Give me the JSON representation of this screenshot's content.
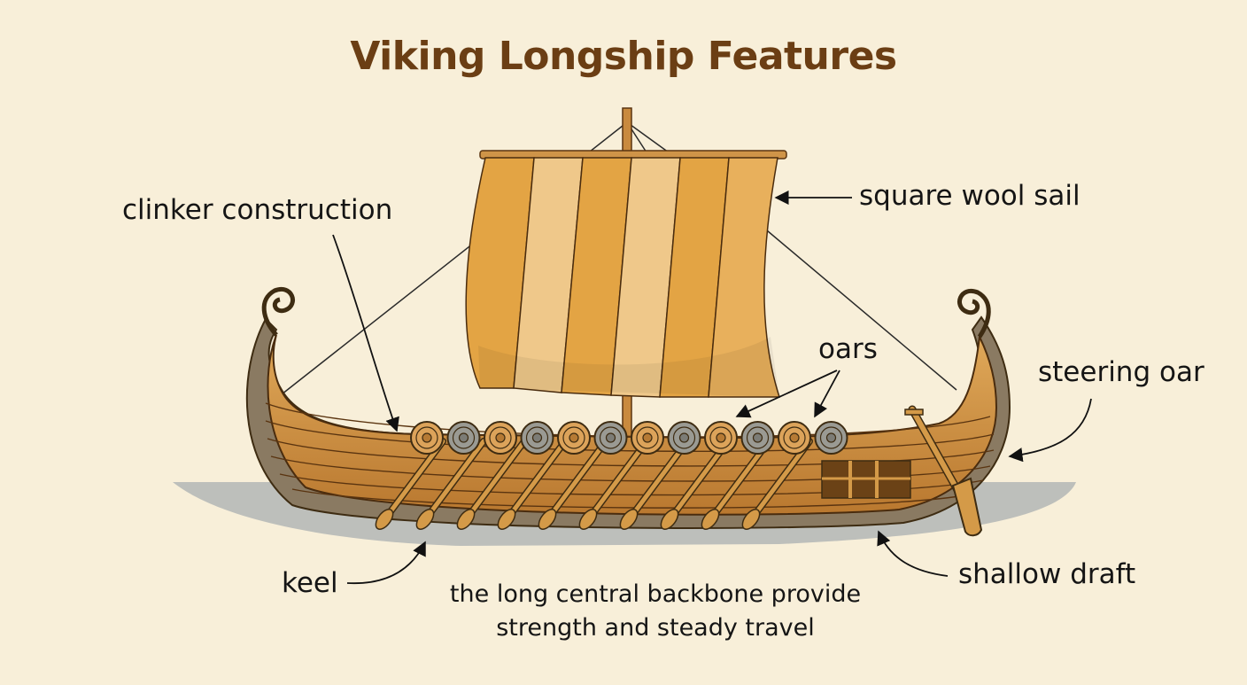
{
  "title": "Viking Longship Features",
  "labels": {
    "clinker": "clinker construction",
    "sail": "square wool sail",
    "oars": "oars",
    "steering": "steering oar",
    "keel": "keel",
    "draft": "shallow draft"
  },
  "caption": {
    "line1": "the long central backbone provide",
    "line2": "strength and steady travel"
  },
  "colors": {
    "background": "#f8efd9",
    "title": "#6b3e14",
    "sail_dark": "#e3a444",
    "sail_light": "#efc88a",
    "hull_wood": "#d49a48",
    "shield_wood": "#dca35a",
    "shield_iron": "#9a9a93",
    "water_shadow": "#bdbfbb"
  }
}
